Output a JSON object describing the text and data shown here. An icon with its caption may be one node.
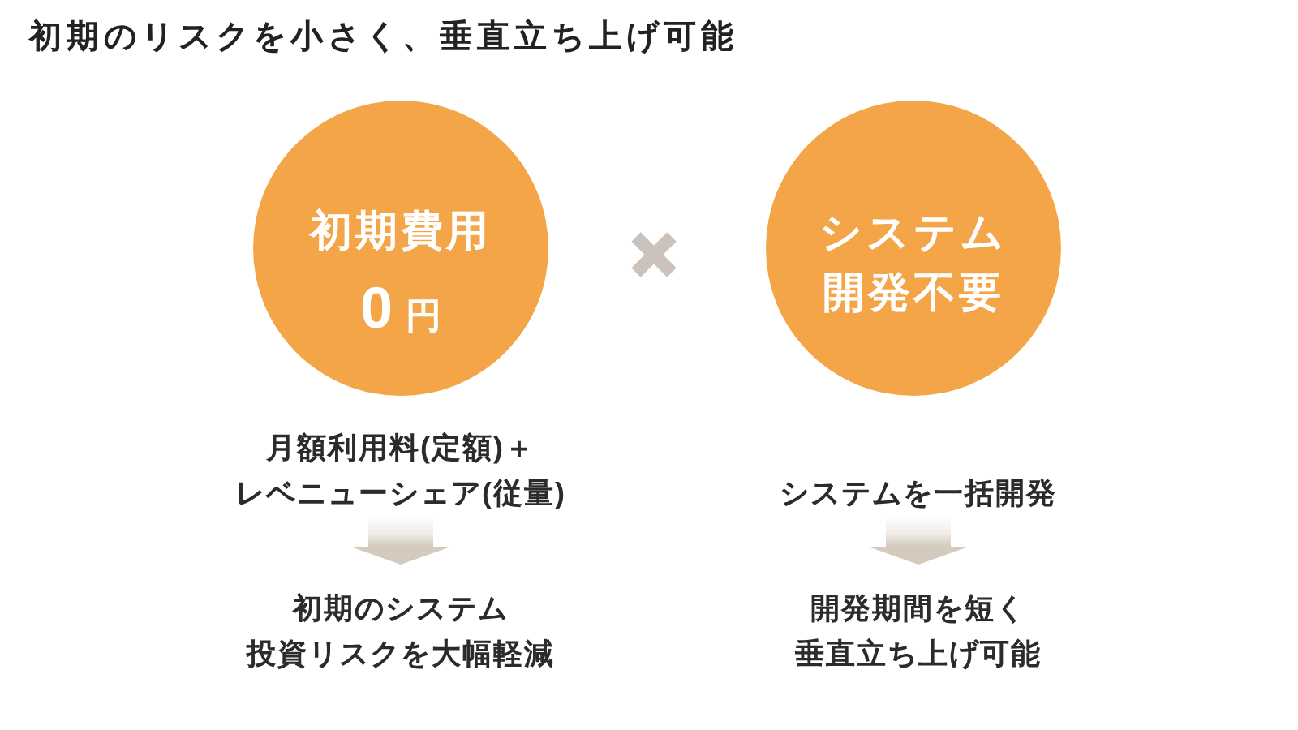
{
  "diagram": {
    "title": "初期のリスクを小さく、垂直立ち上げ可能",
    "nodes": [
      {
        "text": [
          "初期費用",
          "0円"
        ]
      },
      {
        "text": [
          "システム開発不要"
        ]
      },
      {
        "text": [
          "月額利用料(定額)＋レベニューシェア(従量)"
        ]
      },
      {
        "text": [
          "システムを一括開発"
        ]
      },
      {
        "text": [
          "初期のシステム投資リスクを大幅軽減"
        ]
      },
      {
        "text": [
          "開発期間を短く垂直立ち上げ可能"
        ]
      }
    ],
    "edges": [
      {
        "from": 2,
        "to": 4,
        "arrow": "to"
      },
      {
        "from": 3,
        "to": 5,
        "arrow": "to"
      }
    ]
  }
}
